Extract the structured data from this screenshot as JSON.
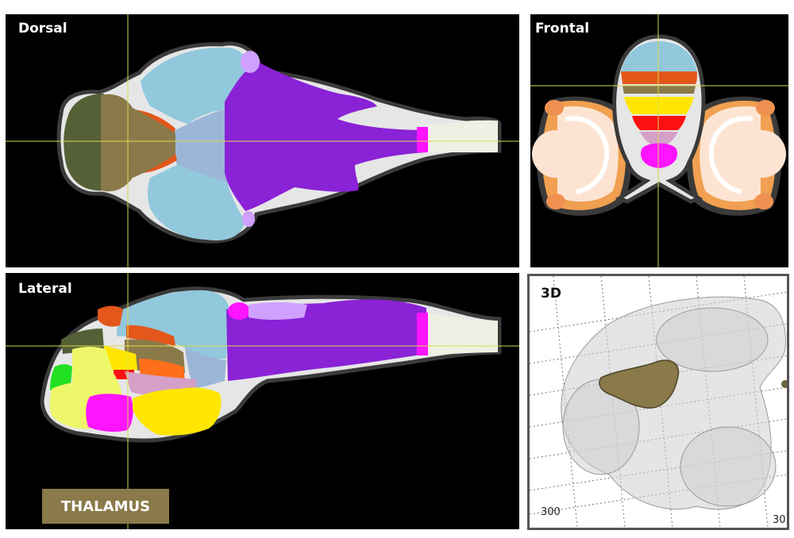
{
  "panels": {
    "dorsal": {
      "label": "Dorsal"
    },
    "frontal": {
      "label": "Frontal"
    },
    "lateral": {
      "label": "Lateral"
    },
    "view3d": {
      "label": "3D",
      "tick_left": "300",
      "tick_right": "30"
    }
  },
  "selected_region": {
    "label": "THALAMUS",
    "color": "#8a7a4a"
  },
  "colors": {
    "background": "#000000",
    "outline": "#3a3a3a",
    "tissue": "#e6e6e6",
    "crosshair": "#d9d94a",
    "thalamus": "#8a7a4a",
    "telencephalon": "#566036",
    "tectum": "#92c8dc",
    "hindbrain": "#8a22d6",
    "spinal": "#eef0e4",
    "magenta": "#ff14ff",
    "orange_red": "#e3571a",
    "yellow": "#ffe600",
    "red": "#ff1010",
    "green": "#22e022",
    "light_yellow": "#eef66a",
    "lilac": "#d0a0ff",
    "eye_peach": "#fde4d2",
    "eye_orange": "#f0a050"
  }
}
